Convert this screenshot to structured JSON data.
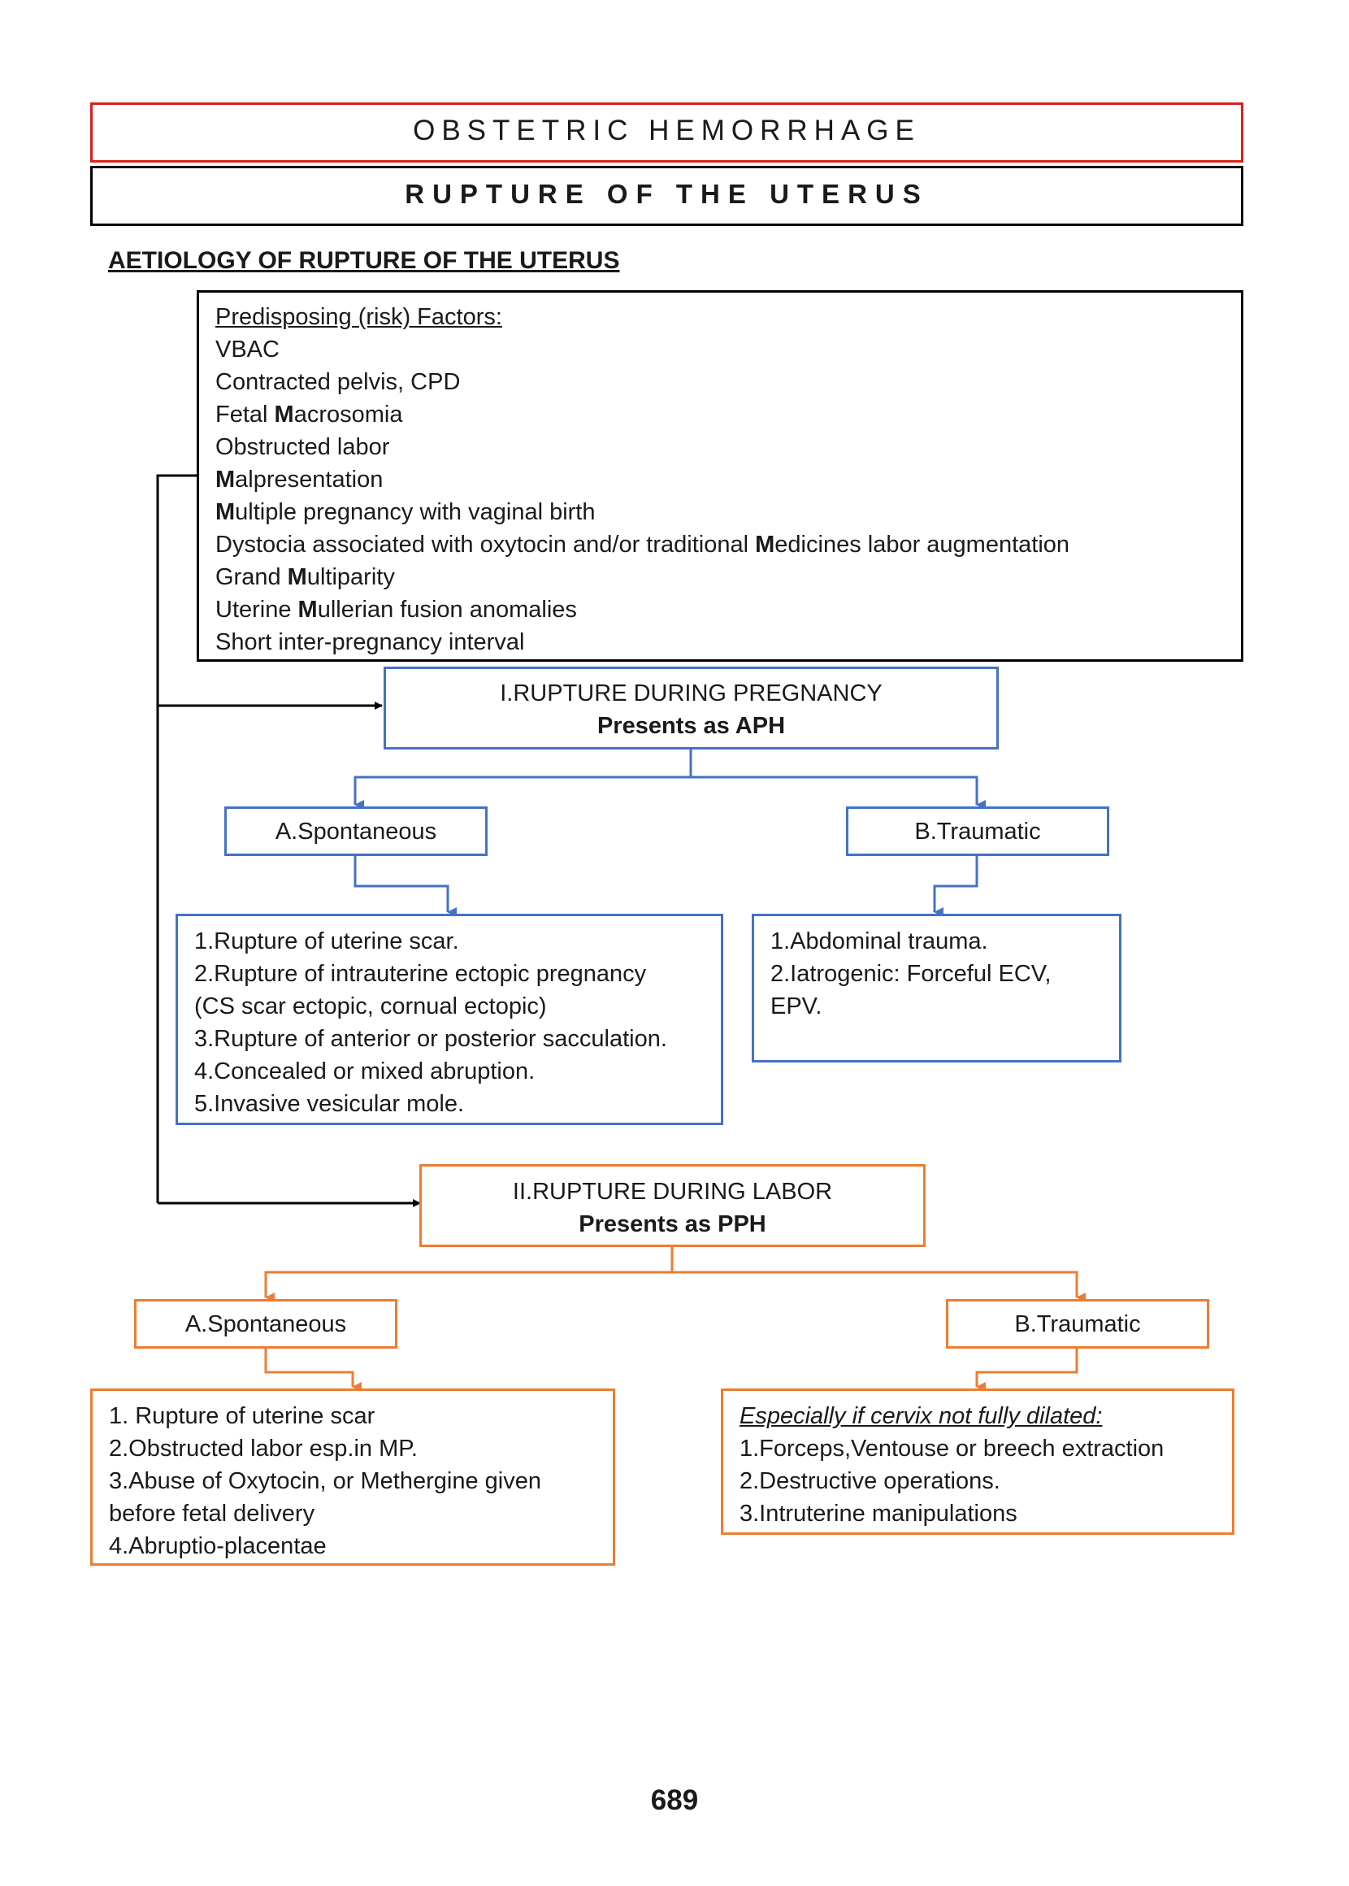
{
  "header": {
    "title": "OBSTETRIC HEMORRHAGE",
    "subtitle": "RUPTURE OF THE UTERUS"
  },
  "section_heading": "AETIOLOGY OF RUPTURE OF THE UTERUS",
  "risk_factors": {
    "heading": "Predisposing (risk) Factors:",
    "items": [
      {
        "pre": "VBAC",
        "bold": "",
        "post": ""
      },
      {
        "pre": "Contracted pelvis, CPD",
        "bold": "",
        "post": ""
      },
      {
        "pre": "Fetal ",
        "bold": "M",
        "post": "acrosomia"
      },
      {
        "pre": "Obstructed labor",
        "bold": "",
        "post": ""
      },
      {
        "pre": "",
        "bold": "M",
        "post": "alpresentation"
      },
      {
        "pre": "",
        "bold": "M",
        "post": "ultiple pregnancy with vaginal birth"
      },
      {
        "pre": "Dystocia associated with oxytocin and/or traditional ",
        "bold": "M",
        "post": "edicines labor augmentation"
      },
      {
        "pre": "Grand ",
        "bold": "M",
        "post": "ultiparity"
      },
      {
        "pre": "Uterine ",
        "bold": "M",
        "post": "ullerian fusion anomalies"
      },
      {
        "pre": "Short inter-pregnancy interval",
        "bold": "",
        "post": ""
      }
    ]
  },
  "pregnancy": {
    "title": "I.RUPTURE DURING PREGNANCY",
    "subtitle": "Presents as APH",
    "spontaneous": {
      "label": "A.Spontaneous",
      "items": [
        "1.Rupture of uterine scar.",
        "2.Rupture of intrauterine ectopic pregnancy",
        "(CS scar ectopic, cornual ectopic)",
        "3.Rupture of anterior or posterior sacculation.",
        "4.Concealed or mixed abruption.",
        "5.Invasive vesicular mole."
      ]
    },
    "traumatic": {
      "label": "B.Traumatic",
      "items": [
        "1.Abdominal trauma.",
        "2.Iatrogenic: Forceful ECV,",
        "EPV."
      ]
    }
  },
  "labor": {
    "title": "II.RUPTURE DURING LABOR",
    "subtitle": "Presents as PPH",
    "spontaneous": {
      "label": "A.Spontaneous",
      "items": [
        "1. Rupture of uterine scar",
        "2.Obstructed labor esp.in MP.",
        "3.Abuse of Oxytocin, or Methergine given",
        "before fetal delivery",
        "4.Abruptio-placentae"
      ]
    },
    "traumatic": {
      "label": "B.Traumatic",
      "note": "Especially if cervix not fully dilated:",
      "items": [
        "1.Forceps,Ventouse or breech extraction",
        "2.Destructive operations.",
        "3.Intruterine manipulations"
      ]
    }
  },
  "page_number": "689",
  "colors": {
    "title_border": "#d9201c",
    "pregnancy_branch": "#4472c4",
    "labor_branch": "#ed7d31",
    "risk_branch": "#000000"
  }
}
